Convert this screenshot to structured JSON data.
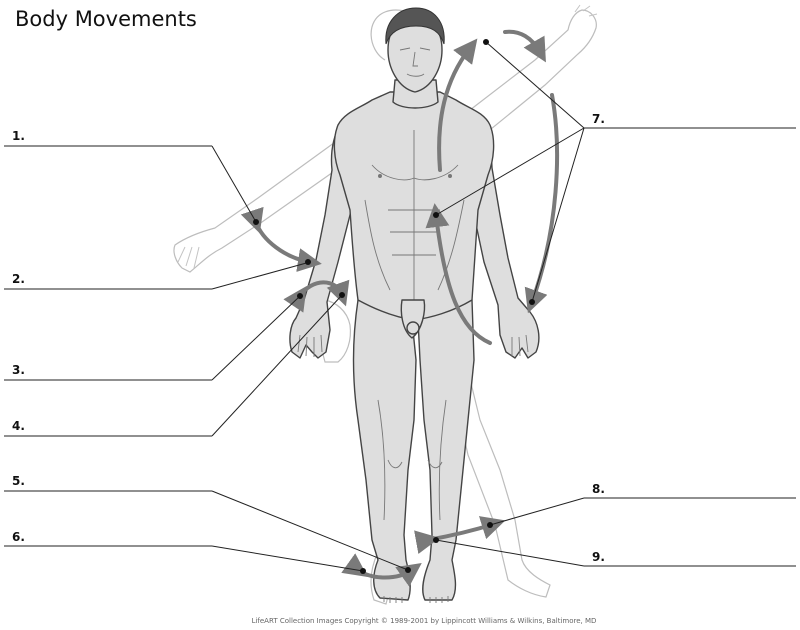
{
  "title": "Body Movements",
  "labels": [
    "1.",
    "2.",
    "3.",
    "4.",
    "5.",
    "6.",
    "7.",
    "8.",
    "9."
  ],
  "credit": "LifeART Collection Images Copyright © 1989-2001 by Lippincott Williams & Wilkins, Baltimore, MD",
  "colors": {
    "arrow": "#7a7a7a",
    "skin": "#dedede",
    "outline": "#444444",
    "ghost": "#bdbdbd"
  }
}
